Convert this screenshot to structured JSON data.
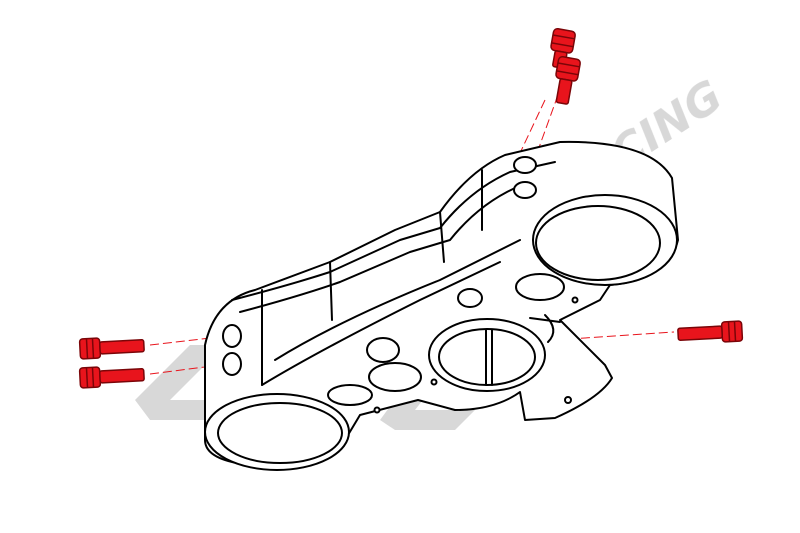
{
  "watermark": {
    "text": "CNC RACING",
    "color": "#d4d4d4"
  },
  "colors": {
    "bolt_fill": "#e8141c",
    "bolt_outline": "#7a0508",
    "part_outline": "#000000",
    "part_fill": "#ffffff",
    "guide_line": "#e8141c"
  },
  "parts": {
    "main": {
      "name": "triple-clamp",
      "icon": "triple-clamp-icon"
    },
    "bolts": [
      {
        "name": "top-bolt-1",
        "icon": "bolt-icon"
      },
      {
        "name": "top-bolt-2",
        "icon": "bolt-icon"
      },
      {
        "name": "left-bolt-1",
        "icon": "bolt-icon"
      },
      {
        "name": "left-bolt-2",
        "icon": "bolt-icon"
      },
      {
        "name": "right-bolt",
        "icon": "bolt-icon"
      }
    ]
  }
}
